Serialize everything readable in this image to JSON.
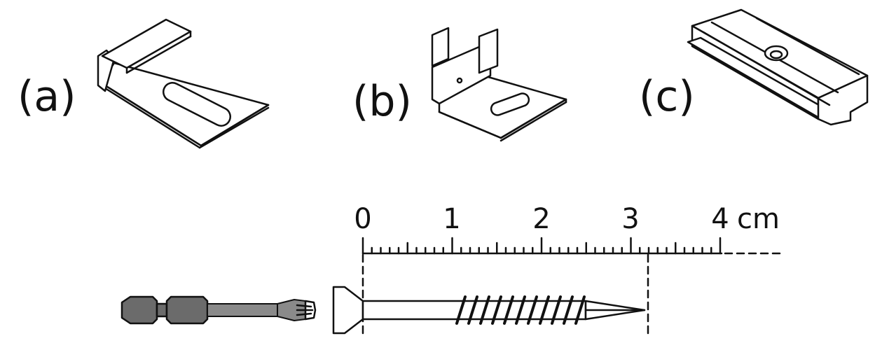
{
  "panels": {
    "a": {
      "label": "(a)"
    },
    "b": {
      "label": "(b)"
    },
    "c": {
      "label": "(c)"
    }
  },
  "ruler": {
    "tick_labels": [
      "0",
      "1",
      "2",
      "3",
      "4"
    ],
    "unit": "cm",
    "max": 4,
    "minor_per_unit": 10
  }
}
